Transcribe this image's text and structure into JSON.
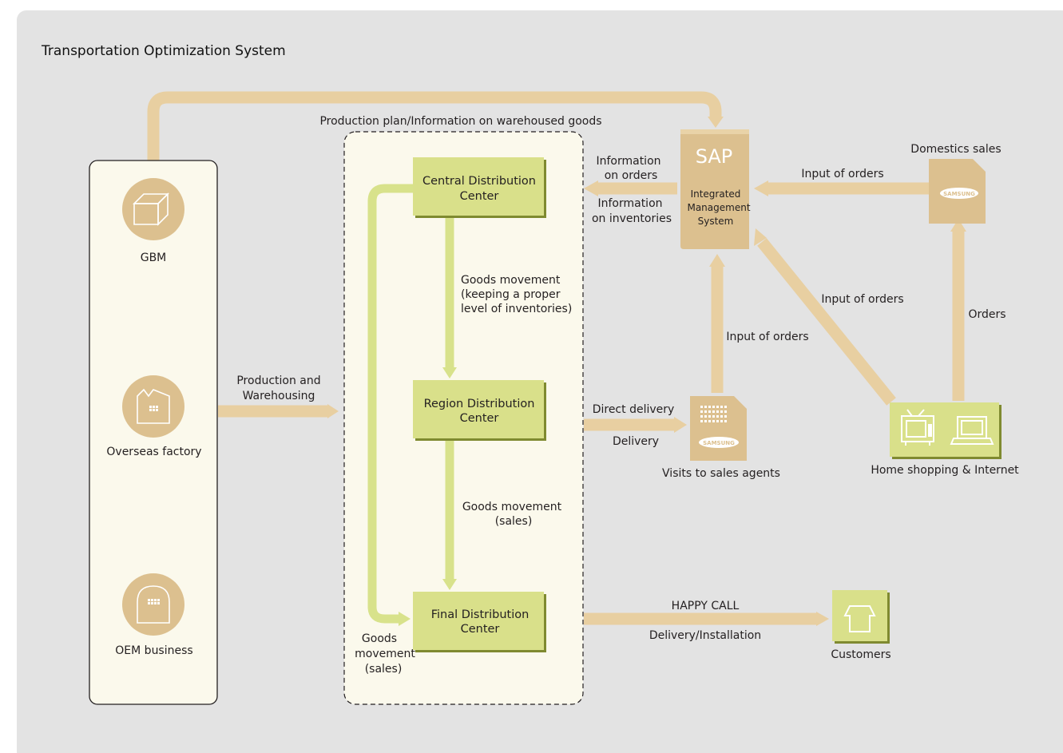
{
  "title": "Transportation Optimization System",
  "colors": {
    "background": "#e3e3e3",
    "tan_arrow": "#e8cfa1",
    "tan_fill": "#dcc08f",
    "green_arrow": "#d8e28b",
    "green_box": "#d9e08a",
    "green_shadow": "#7f8a30",
    "cream_panel": "#fbf9ec"
  },
  "sources": {
    "gbm": "GBM",
    "overseas": "Overseas factory",
    "oem": "OEM business"
  },
  "production_plan": "Production plan/Information on warehoused goods",
  "production_warehousing": [
    "Production and",
    "Warehousing"
  ],
  "centers": {
    "central": [
      "Central Distribution",
      "Center"
    ],
    "region": [
      "Region Distribution",
      "Center"
    ],
    "final": [
      "Final Distribution",
      "Center"
    ]
  },
  "goods_movement_1": [
    "Goods movement",
    "(keeping a proper",
    "level of inventories)"
  ],
  "goods_movement_2": [
    "Goods movement",
    "(sales)"
  ],
  "goods_movement_3": [
    "Goods",
    "movement",
    "(sales)"
  ],
  "info_orders": [
    "Information",
    "on orders"
  ],
  "info_inventories": [
    "Information",
    "on inventories"
  ],
  "sap": {
    "logo": "SAP",
    "label": [
      "Integrated",
      "Management",
      "System"
    ]
  },
  "domestic_sales": "Domestics sales",
  "input_orders": "Input of orders",
  "orders": "Orders",
  "direct_delivery": "Direct delivery",
  "delivery": "Delivery",
  "visits": "Visits to sales agents",
  "home_shopping": "Home shopping & Internet",
  "happy_call": "HAPPY CALL",
  "delivery_installation": "Delivery/Installation",
  "customers": "Customers",
  "brand": "SAMSUNG"
}
